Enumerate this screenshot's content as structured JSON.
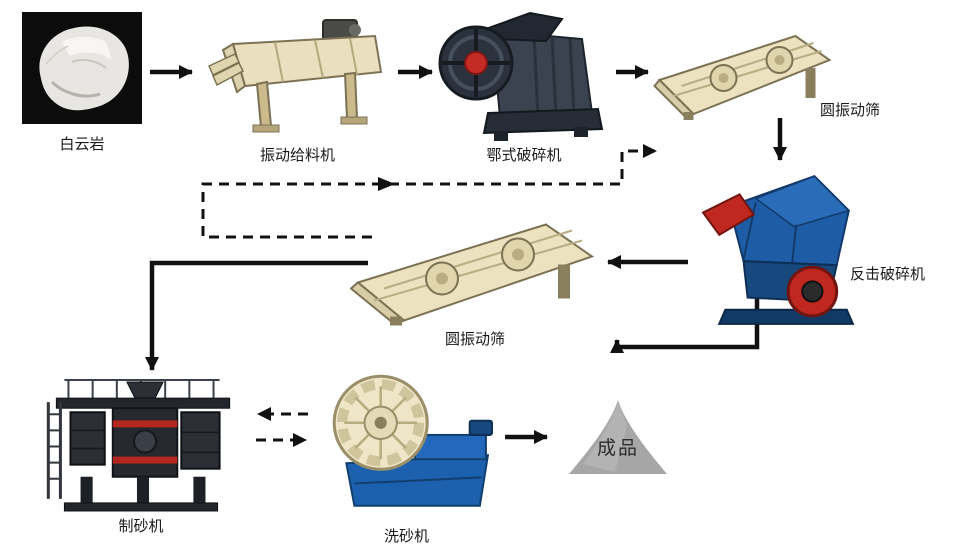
{
  "diagram": {
    "nodes": {
      "dolomite": {
        "label": "白云岩",
        "kind": "raw-material-photo"
      },
      "feeder": {
        "label": "振动给料机",
        "kind": "machine"
      },
      "jaw_crusher": {
        "label": "鄂式破碎机",
        "kind": "machine"
      },
      "screen_top": {
        "label": "圆振动筛",
        "kind": "machine"
      },
      "impact_crusher": {
        "label": "反击破碎机",
        "kind": "machine"
      },
      "screen_mid": {
        "label": "圆振动筛",
        "kind": "machine"
      },
      "sand_maker": {
        "label": "制砂机",
        "kind": "machine"
      },
      "sand_washer": {
        "label": "洗砂机",
        "kind": "machine"
      },
      "product": {
        "label": "成品",
        "kind": "product-pile"
      }
    },
    "edges": [
      {
        "from": "dolomite",
        "to": "feeder",
        "style": "solid"
      },
      {
        "from": "feeder",
        "to": "jaw_crusher",
        "style": "solid"
      },
      {
        "from": "jaw_crusher",
        "to": "screen_top",
        "style": "solid"
      },
      {
        "from": "screen_top",
        "to": "impact_crusher",
        "style": "solid"
      },
      {
        "from": "impact_crusher",
        "to": "screen_mid",
        "style": "solid"
      },
      {
        "from": "impact_crusher",
        "to": "screen_mid",
        "style": "solid-bottom-elbow"
      },
      {
        "from": "screen_mid",
        "to": "sand_maker",
        "style": "solid-left-elbow"
      },
      {
        "from": "screen_mid",
        "to": "impact_crusher",
        "style": "dashed-return-loop"
      },
      {
        "from": "sand_washer",
        "to": "sand_maker",
        "style": "dashed"
      },
      {
        "from": "sand_maker",
        "to": "sand_washer",
        "style": "dashed"
      },
      {
        "from": "sand_washer",
        "to": "product",
        "style": "solid"
      }
    ],
    "colors": {
      "background": "#ffffff",
      "machine_cream": "#ece2c0",
      "machine_dark_navy": "#2b323d",
      "impact_blue": "#1e5da6",
      "washer_blue": "#1d61ae",
      "accent_red": "#c0281f",
      "product_gray": "#a6a6a6",
      "arrow_black": "#111111"
    }
  }
}
